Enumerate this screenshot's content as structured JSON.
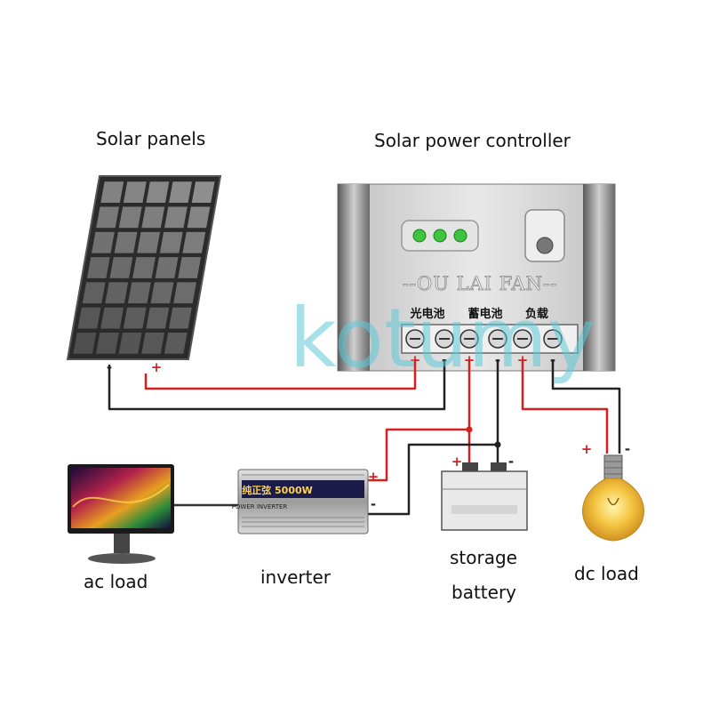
{
  "labels": {
    "solar_panels": "Solar panels",
    "controller": "Solar power controller",
    "ac_load": "ac load",
    "inverter": "inverter",
    "storage_line1": "storage",
    "storage_line2": "battery",
    "dc_load": "dc load"
  },
  "controller": {
    "brand": "--OU LAI FAN--",
    "terminal_labels": [
      "光电池",
      "蓄电池",
      "负载"
    ]
  },
  "inverter": {
    "model": "纯正弦 5000W",
    "subtitle": "POWER INVERTER"
  },
  "polarity": {
    "plus": "+",
    "minus": "-"
  },
  "watermark": "kotumy",
  "colors": {
    "positive_wire": "#d62020",
    "negative_wire": "#222222",
    "panel_cell": "#3a3a3a",
    "led": "#3ec43e"
  }
}
